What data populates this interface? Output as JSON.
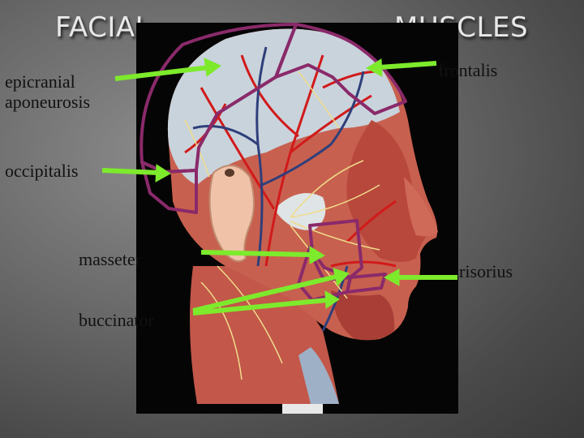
{
  "title": {
    "left": "FACIAL",
    "right": "MUSCLES"
  },
  "labels": {
    "epicranial_line1": "epicranial",
    "epicranial_line2": "aponeurosis",
    "occipitalis": "occipitalis",
    "masseter": "masseter",
    "buccinator": "buccinator",
    "frontalis": "frontalis",
    "risorius": "risorius"
  },
  "colors": {
    "arrow": "#7dea2c",
    "outline": "#8a2a6a",
    "muscle": "#c8604f",
    "skull": "#c9d3dc",
    "artery": "#d11a1a",
    "vein": "#2e3f7a",
    "nerve": "#f0dc8a"
  }
}
